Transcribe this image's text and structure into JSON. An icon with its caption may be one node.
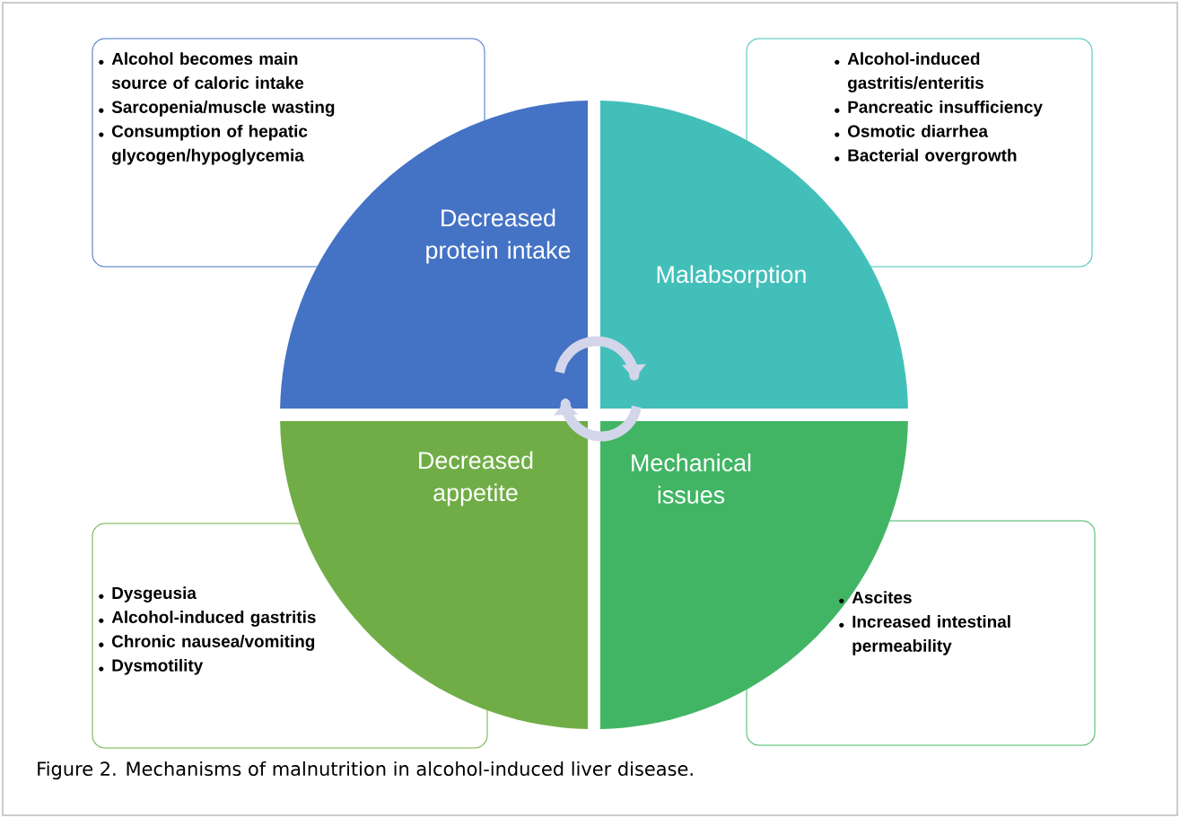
{
  "diagram": {
    "caption": "Figure 2.   Mechanisms of malnutrition in alcohol-induced liver disease.",
    "nodes": [
      {
        "text": [
          "Alcohol becomes main source of caloric intake",
          "Sarcopenia/muscle wasting",
          "Consumption of hepatic glycogen/hypoglycemia"
        ]
      },
      {
        "text": [
          "Alcohol-induced gastritis/enteritis",
          "Pancreatic insufficiency",
          "Osmotic diarrhea",
          "Bacterial overgrowth"
        ]
      },
      {
        "text": [
          "Decreased protein intake"
        ]
      },
      {
        "text": [
          "Malabsorption"
        ]
      },
      {
        "text": [
          "Decreased appetite"
        ]
      },
      {
        "text": [
          "Mechanical issues"
        ]
      },
      {
        "text": [
          "Dysgeusia",
          "Alcohol-induced gastritis",
          "Chronic nausea/vomiting",
          "Dysmotility"
        ]
      },
      {
        "text": [
          "Ascites",
          "Increased intestinal permeability"
        ]
      }
    ]
  }
}
